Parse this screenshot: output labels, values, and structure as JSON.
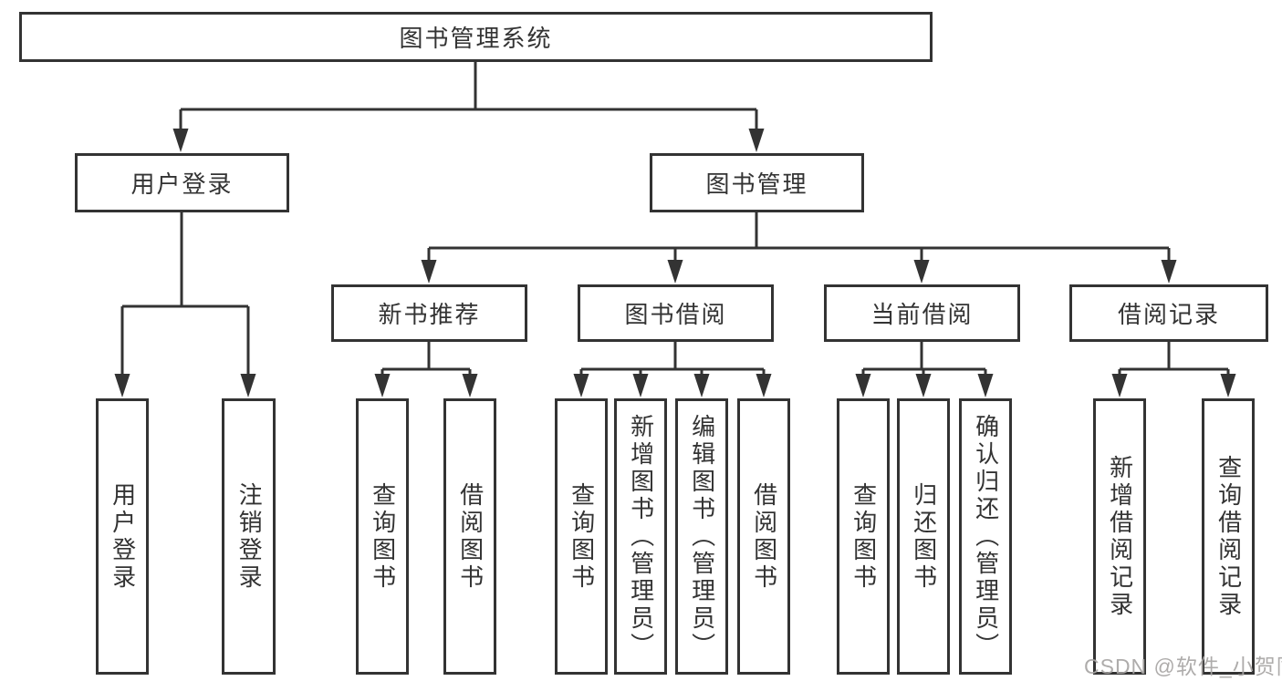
{
  "tree": {
    "root": {
      "label": "图书管理系统"
    },
    "branches": [
      {
        "label": "用户登录",
        "children": [
          {
            "label": "用户登录"
          },
          {
            "label": "注销登录"
          }
        ]
      },
      {
        "label": "图书管理",
        "groups": [
          {
            "label": "新书推荐",
            "children": [
              {
                "label": "查询图书"
              },
              {
                "label": "借阅图书"
              }
            ]
          },
          {
            "label": "图书借阅",
            "children": [
              {
                "label": "查询图书"
              },
              {
                "label": "新增图书（管理员）"
              },
              {
                "label": "编辑图书（管理员）"
              },
              {
                "label": "借阅图书"
              }
            ]
          },
          {
            "label": "当前借阅",
            "children": [
              {
                "label": "查询图书"
              },
              {
                "label": "归还图书"
              },
              {
                "label": "确认归还（管理员）"
              }
            ]
          },
          {
            "label": "借阅记录",
            "children": [
              {
                "label": "新增借阅记录"
              },
              {
                "label": "查询借阅记录"
              }
            ]
          }
        ]
      }
    ]
  },
  "watermark": {
    "text": "CSDN @软件_小贺同学"
  },
  "colors": {
    "line": "#333333",
    "text": "#333333",
    "node_background": "#ffffff",
    "background": "#ffffff",
    "watermark": "#a8a5a4"
  }
}
